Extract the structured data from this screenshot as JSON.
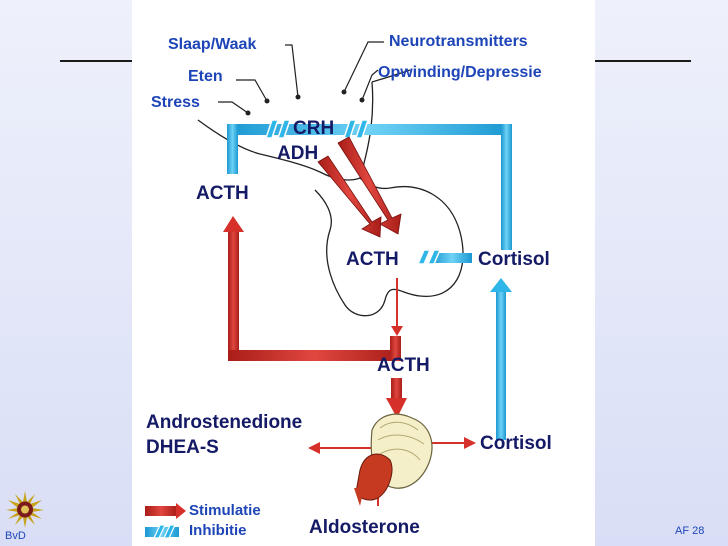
{
  "labels": {
    "slaap_waak": "Slaap/Waak",
    "eten": "Eten",
    "stress": "Stress",
    "neurotransmitters": "Neurotransmitters",
    "opwinding": "Opwinding/Depressie",
    "crh": "CRH",
    "adh": "ADH",
    "acth_left": "ACTH",
    "acth_pituitary": "ACTH",
    "cortisol_top": "Cortisol",
    "acth_adrenal": "ACTH",
    "androstenedione": "Androstenedione",
    "dhea_s": "DHEA-S",
    "cortisol_bottom": "Cortisol",
    "aldosterone": "Aldosterone"
  },
  "legend": {
    "stimulatie": "Stimulatie",
    "inhibitie": "Inhibitie"
  },
  "colors": {
    "stimulation": "#d6302a",
    "inhibition": "#2fb6e8",
    "text_blue": "#1d45b8",
    "text_dark": "#141a66"
  },
  "footer": {
    "left": "BvD",
    "right": "AF  28"
  }
}
